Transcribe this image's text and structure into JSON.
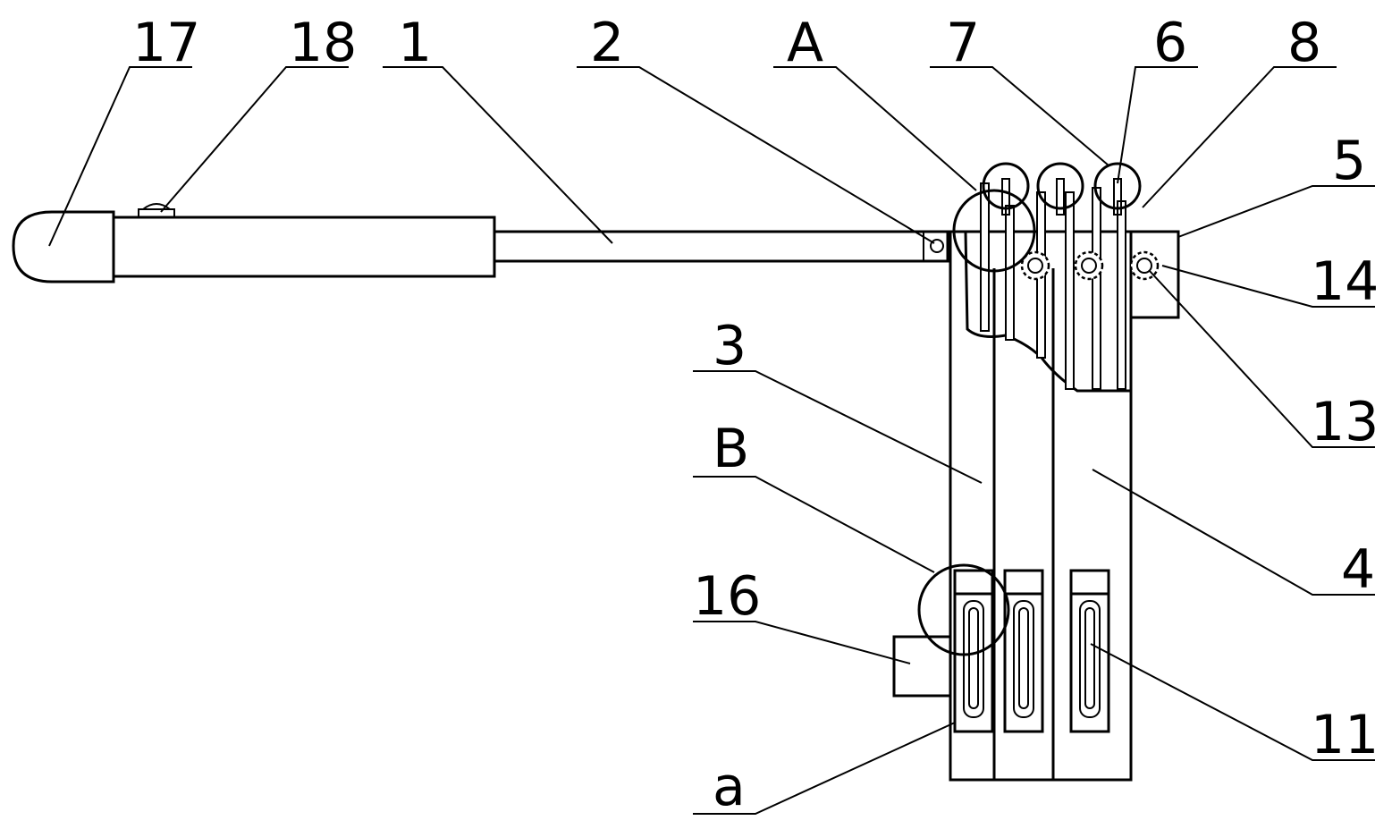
{
  "diagram": {
    "reference_labels": {
      "grip_17": "17",
      "button_18": "18",
      "rod_1": "1",
      "pivot_2": "2",
      "detail_A": "A",
      "part_7": "7",
      "part_6": "6",
      "part_8": "8",
      "part_5": "5",
      "part_14": "14",
      "part_13": "13",
      "part_3": "3",
      "detail_B": "B",
      "part_4": "4",
      "part_16": "16",
      "part_11": "11",
      "part_a": "a"
    }
  }
}
